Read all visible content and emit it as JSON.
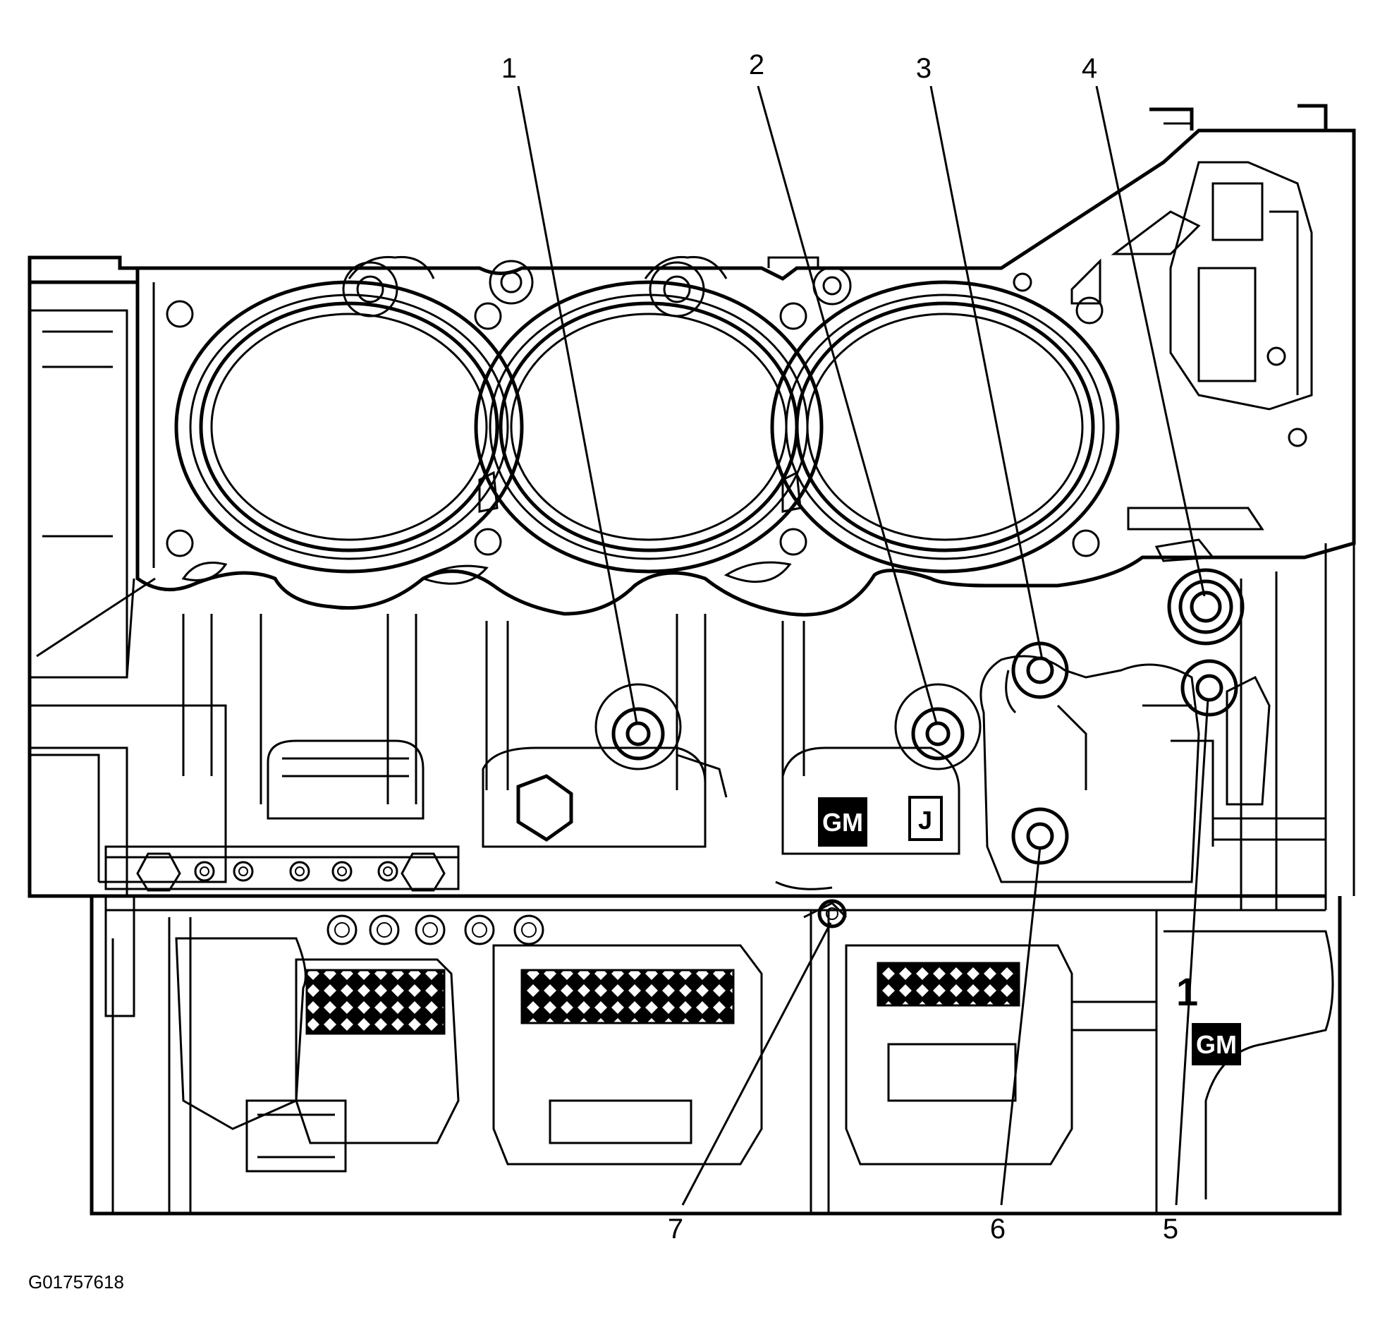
{
  "figure_id": "G01757618",
  "logos": {
    "upper": "GM",
    "lower": "GM",
    "casting_mark": "J",
    "casting_number": "1"
  },
  "callouts": [
    {
      "number": "1",
      "name": "callout-1"
    },
    {
      "number": "2",
      "name": "callout-2"
    },
    {
      "number": "3",
      "name": "callout-3"
    },
    {
      "number": "4",
      "name": "callout-4"
    },
    {
      "number": "5",
      "name": "callout-5"
    },
    {
      "number": "6",
      "name": "callout-6"
    },
    {
      "number": "7",
      "name": "callout-7"
    }
  ]
}
